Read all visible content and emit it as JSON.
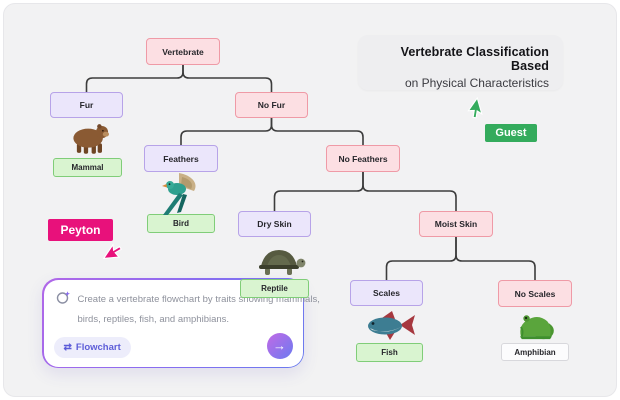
{
  "title_card": {
    "line1": "Vertebrate Classification Based",
    "line2": "on Physical Characteristics"
  },
  "cursors": [
    {
      "name": "Guest",
      "color": "#34ab5c"
    },
    {
      "name": "Peyton",
      "color": "#e8117b"
    }
  ],
  "flowchart": {
    "nodes": [
      {
        "id": "vertebrate",
        "label": "Vertebrate",
        "style": "pink"
      },
      {
        "id": "fur",
        "label": "Fur",
        "style": "purple"
      },
      {
        "id": "no-fur",
        "label": "No Fur",
        "style": "pink"
      },
      {
        "id": "mammal",
        "label": "Mammal",
        "style": "green"
      },
      {
        "id": "feathers",
        "label": "Feathers",
        "style": "purple"
      },
      {
        "id": "no-feathers",
        "label": "No Feathers",
        "style": "pink"
      },
      {
        "id": "bird",
        "label": "Bird",
        "style": "green"
      },
      {
        "id": "dry-skin",
        "label": "Dry Skin",
        "style": "purple"
      },
      {
        "id": "moist-skin",
        "label": "Moist Skin",
        "style": "pink"
      },
      {
        "id": "reptile",
        "label": "Reptile",
        "style": "green"
      },
      {
        "id": "scales",
        "label": "Scales",
        "style": "purple"
      },
      {
        "id": "no-scales",
        "label": "No Scales",
        "style": "pink"
      },
      {
        "id": "fish",
        "label": "Fish",
        "style": "green"
      },
      {
        "id": "amphibian",
        "label": "Amphibian",
        "style": "gray"
      }
    ],
    "animal_images": [
      "bear",
      "bird",
      "turtle",
      "fish",
      "frog"
    ],
    "edge_color": "#3c3c3c",
    "node_colors": {
      "pink_bg": "#fcdfe3",
      "pink_border": "#ef9aa6",
      "purple_bg": "#ebe6fb",
      "purple_border": "#b7a3e8",
      "green_bg": "#d9f4d0",
      "green_border": "#80cd78",
      "gray_bg": "#fcfcfd",
      "gray_border": "#d8d8dc"
    }
  },
  "ai_prompt": {
    "icon": "ai-sparkle-icon",
    "text_line1": "Create a vertebrate flowchart by traits showing mammals,",
    "text_line2": "birds, reptiles, fish, and amphibians.",
    "chip_icon": "swap-arrows-icon",
    "chip_label": "Flowchart",
    "send_icon": "arrow-right-icon",
    "send_arrow": "→",
    "swap_glyph": "⇄"
  },
  "colors": {
    "canvas_bg": "#f2f2f3",
    "title_card_bg": "#eeeef0",
    "ai_border_gradient": [
      "#b168e8",
      "#6a7bef"
    ],
    "send_gradient": [
      "#c26ae6",
      "#6b7af0"
    ]
  }
}
